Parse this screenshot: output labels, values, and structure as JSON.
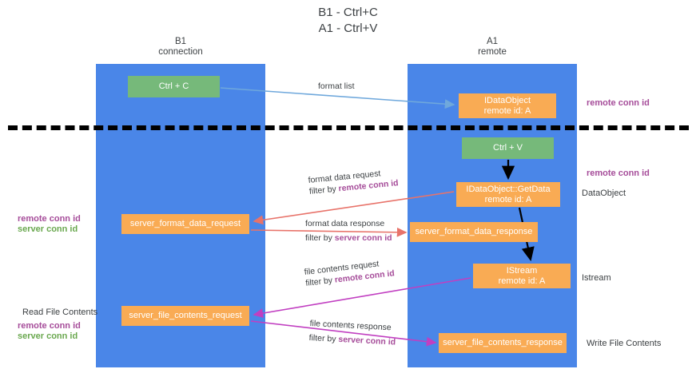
{
  "title": "B1 - Ctrl+C\nA1 - Ctrl+V",
  "lanes": [
    {
      "name": "b1",
      "label": "B1\nconnection"
    },
    {
      "name": "a1",
      "label": "A1\nremote"
    }
  ],
  "nodes": {
    "ctrl_c": {
      "line1": "Ctrl + C",
      "line2": "",
      "color": "#76b97a"
    },
    "ctrl_v": {
      "line1": "Ctrl + V",
      "line2": "",
      "color": "#76b97a"
    },
    "idataobject": {
      "line1": "IDataObject",
      "line2": "remote id: A",
      "color": "#f9ab54"
    },
    "getdata": {
      "line1": "IDataObject::GetData",
      "line2": "remote id: A",
      "color": "#f9ab54"
    },
    "istream": {
      "line1": "IStream",
      "line2": "remote id: A",
      "color": "#f9ab54"
    },
    "server_format_data_request": {
      "line1": "server_format_data_request",
      "line2": "",
      "color": "#f9ab54"
    },
    "server_format_data_response": {
      "line1": "server_format_data_response",
      "line2": "",
      "color": "#f9ab54"
    },
    "server_file_contents_request": {
      "line1": "server_file_contents_request",
      "line2": "",
      "color": "#f9ab54"
    },
    "server_file_contents_response": {
      "line1": "server_file_contents_response",
      "line2": "",
      "color": "#f9ab54"
    }
  },
  "edge_labels": {
    "format_list": "format list",
    "format_data_request": "format data request",
    "format_data_request_filter_prefix": "filter by ",
    "format_data_request_filter_value": "remote conn id",
    "format_data_response": "format data response",
    "format_data_response_filter_prefix": "filter by ",
    "format_data_response_filter_value": "server conn id",
    "file_contents_request": "file contents request",
    "file_contents_request_filter_prefix": "filter by ",
    "file_contents_request_filter_value": "remote conn id",
    "file_contents_response": "file contents response",
    "file_contents_response_filter_prefix": "filter by ",
    "file_contents_response_filter_value": "server conn id"
  },
  "annotations": {
    "remote_conn_id_top": "remote conn id",
    "remote_conn_id_mid": "remote conn id",
    "dataobject": "DataObject",
    "istream": "Istream",
    "write_file_contents": "Write File Contents",
    "read_file_contents": "Read File Contents",
    "left_remote_conn_id_1": "remote conn id",
    "left_server_conn_id_1": "server conn id",
    "left_remote_conn_id_2": "remote conn id",
    "left_server_conn_id_2": "server conn id"
  },
  "colors": {
    "lane": "#4a86e8",
    "green": "#76b97a",
    "orange": "#f9ab54",
    "purple": "#a64d9a",
    "green_text": "#6aa84f",
    "red_arrow": "#e8736a",
    "blue_arrow": "#6fa8dc",
    "magenta_arrow": "#c13fc1",
    "black": "#000000"
  }
}
